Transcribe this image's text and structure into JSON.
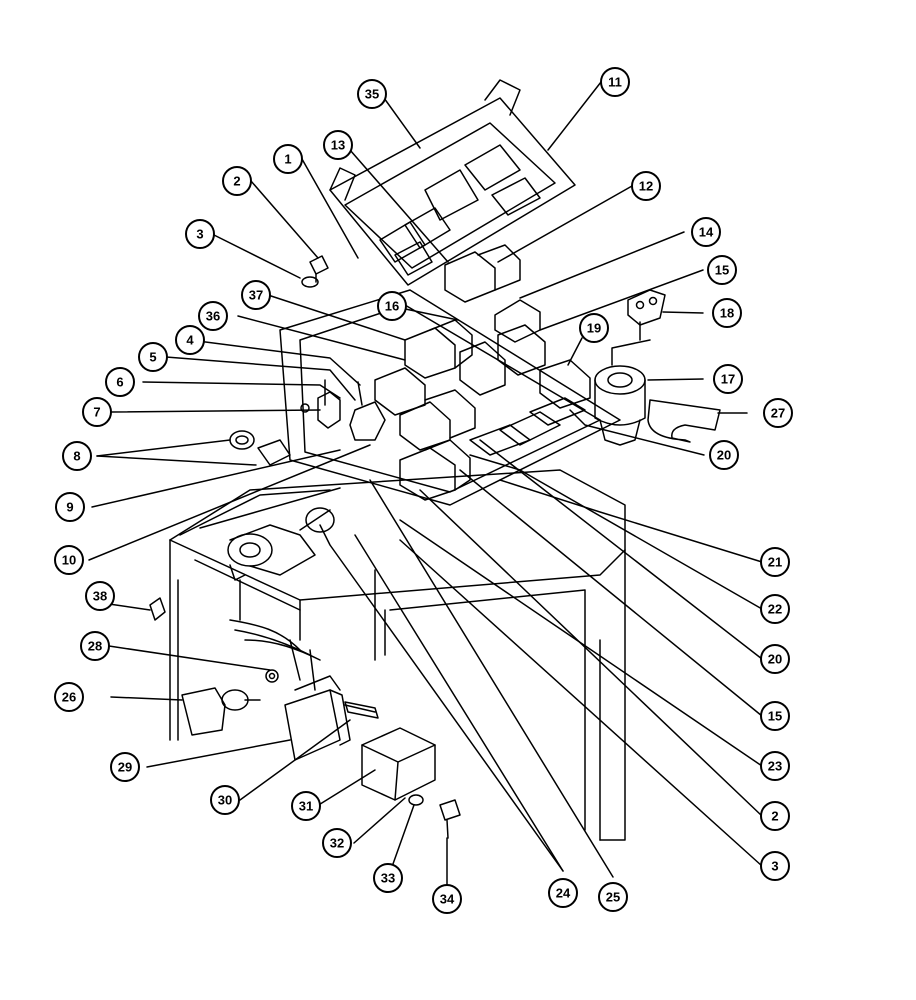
{
  "diagram": {
    "callouts": [
      {
        "id": "c1",
        "label": "1"
      },
      {
        "id": "c2a",
        "label": "2"
      },
      {
        "id": "c3a",
        "label": "3"
      },
      {
        "id": "c4",
        "label": "4"
      },
      {
        "id": "c5",
        "label": "5"
      },
      {
        "id": "c6",
        "label": "6"
      },
      {
        "id": "c7",
        "label": "7"
      },
      {
        "id": "c8",
        "label": "8"
      },
      {
        "id": "c9",
        "label": "9"
      },
      {
        "id": "c10",
        "label": "10"
      },
      {
        "id": "c11",
        "label": "11"
      },
      {
        "id": "c12",
        "label": "12"
      },
      {
        "id": "c13",
        "label": "13"
      },
      {
        "id": "c14",
        "label": "14"
      },
      {
        "id": "c15a",
        "label": "15"
      },
      {
        "id": "c16",
        "label": "16"
      },
      {
        "id": "c17",
        "label": "17"
      },
      {
        "id": "c18",
        "label": "18"
      },
      {
        "id": "c19",
        "label": "19"
      },
      {
        "id": "c20a",
        "label": "20"
      },
      {
        "id": "c21",
        "label": "21"
      },
      {
        "id": "c22",
        "label": "22"
      },
      {
        "id": "c20b",
        "label": "20"
      },
      {
        "id": "c15b",
        "label": "15"
      },
      {
        "id": "c23",
        "label": "23"
      },
      {
        "id": "c2b",
        "label": "2"
      },
      {
        "id": "c3b",
        "label": "3"
      },
      {
        "id": "c24",
        "label": "24"
      },
      {
        "id": "c25",
        "label": "25"
      },
      {
        "id": "c26",
        "label": "26"
      },
      {
        "id": "c27",
        "label": "27"
      },
      {
        "id": "c28",
        "label": "28"
      },
      {
        "id": "c29",
        "label": "29"
      },
      {
        "id": "c30",
        "label": "30"
      },
      {
        "id": "c31",
        "label": "31"
      },
      {
        "id": "c32",
        "label": "32"
      },
      {
        "id": "c33",
        "label": "33"
      },
      {
        "id": "c34",
        "label": "34"
      },
      {
        "id": "c35",
        "label": "35"
      },
      {
        "id": "c36",
        "label": "36"
      },
      {
        "id": "c37",
        "label": "37"
      },
      {
        "id": "c38",
        "label": "38"
      }
    ]
  }
}
